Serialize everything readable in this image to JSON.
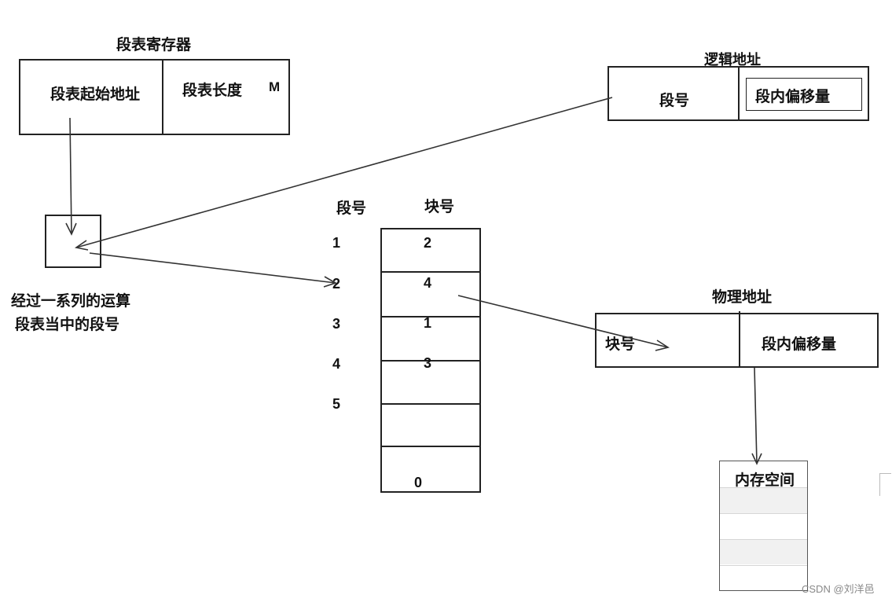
{
  "register": {
    "title": "段表寄存器",
    "start_address": "段表起始地址",
    "length": "段表长度",
    "m": "M"
  },
  "logical_address": {
    "title": "逻辑地址",
    "segment_no": "段号",
    "offset": "段内偏移量"
  },
  "note": {
    "line1": "经过一系列的运算",
    "line2": "段表当中的段号"
  },
  "segment_table": {
    "seg_header": "段号",
    "block_header": "块号",
    "seg_numbers": [
      "1",
      "2",
      "3",
      "4",
      "5"
    ],
    "block_numbers": [
      "2",
      "4",
      "1",
      "3",
      "",
      "0"
    ]
  },
  "physical_address": {
    "title": "物理地址",
    "block_no": "块号",
    "offset": "段内偏移量"
  },
  "memory": {
    "title": "内存空间"
  },
  "watermark": "CSDN @刘洋邑"
}
